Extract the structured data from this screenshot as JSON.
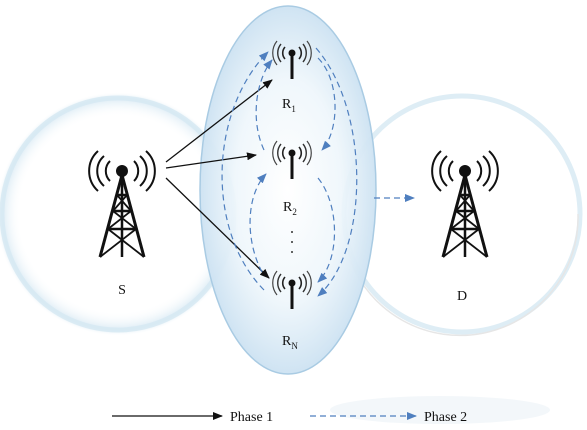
{
  "nodes": {
    "source": {
      "label": "S"
    },
    "destination": {
      "label": "D"
    },
    "relays": [
      {
        "base": "R",
        "sub": "1"
      },
      {
        "base": "R",
        "sub": "2"
      },
      {
        "base": "R",
        "sub": "N"
      }
    ],
    "ellipsis": "·\n·\n·"
  },
  "legend": {
    "phase1": "Phase 1",
    "phase2": "Phase 2"
  },
  "colors": {
    "phase1_arrow": "#111111",
    "phase2_arrow": "#4f7fbf",
    "coverage_ring": "#d3e6f2",
    "relay_cluster_edge": "#a9cbe3",
    "relay_cluster_fill": "#d4e8f5"
  },
  "icons": [
    "tower-icon",
    "antenna-icon"
  ]
}
